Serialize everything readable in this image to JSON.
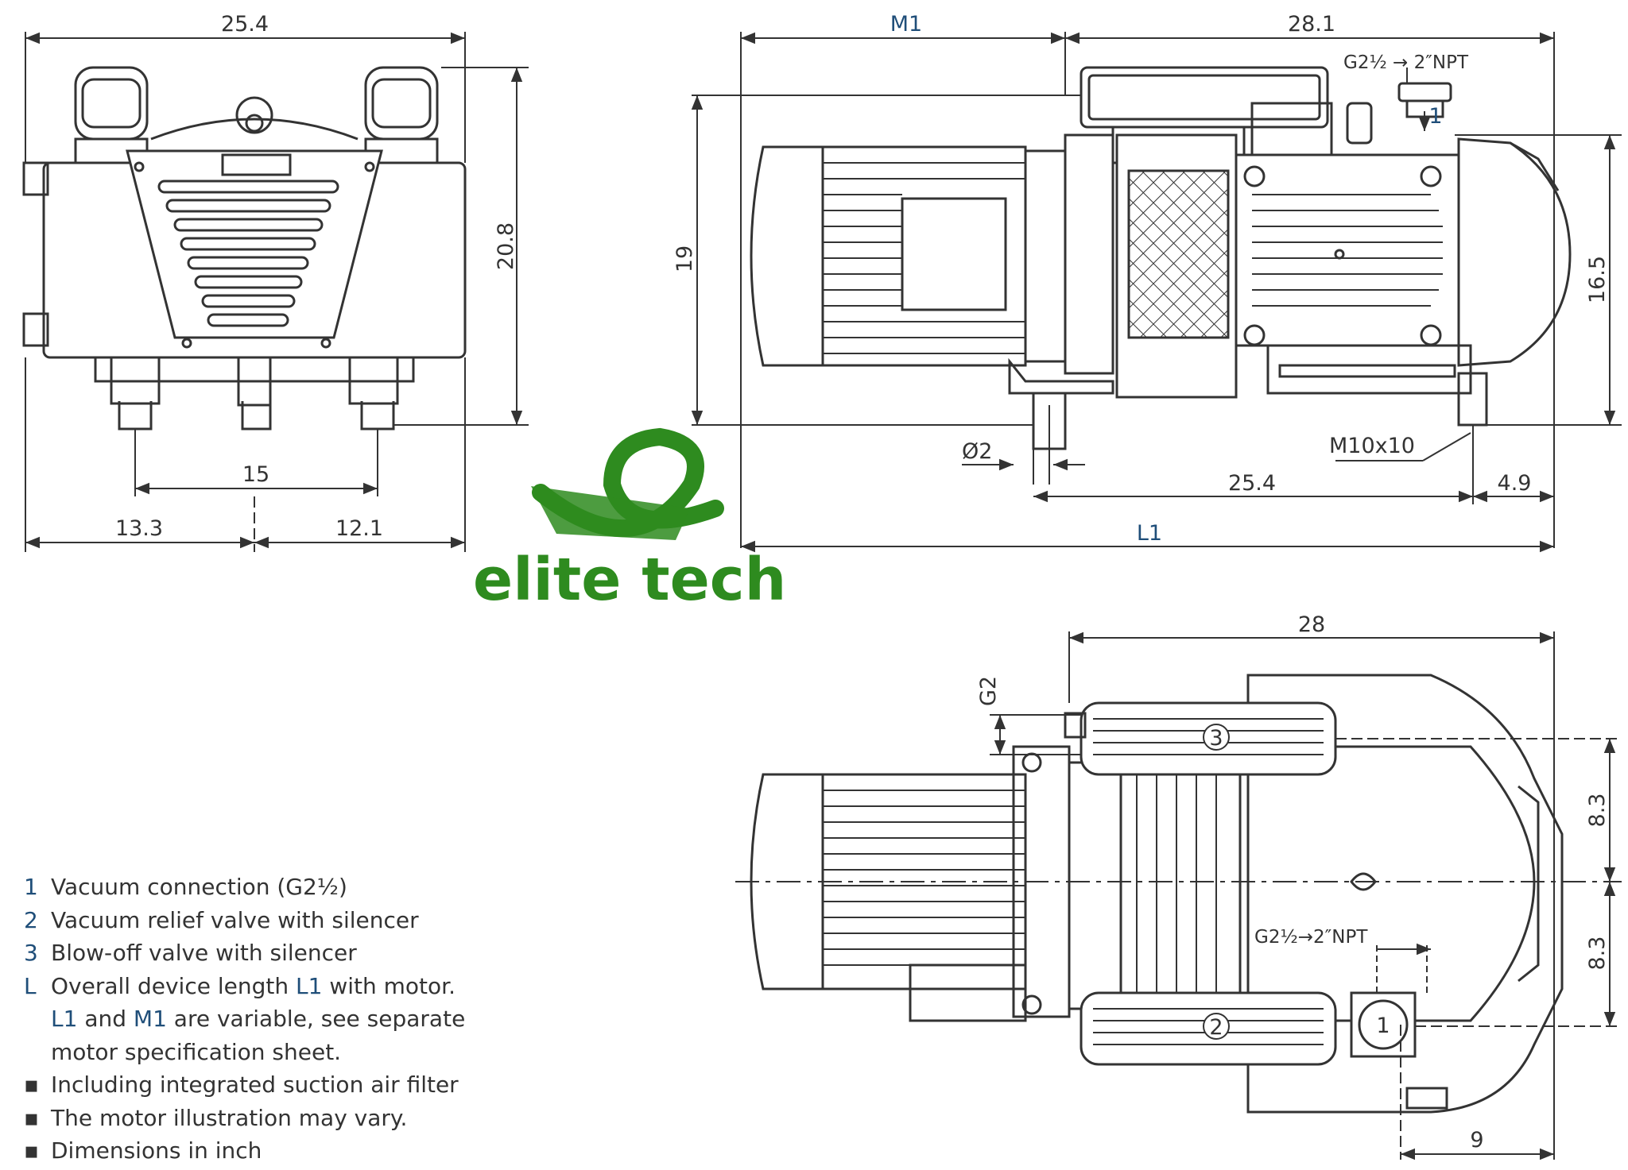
{
  "dimensions": {
    "front_width": "25.4",
    "front_height": "20.8",
    "foot_spacing": "15",
    "left_offset": "13.3",
    "right_offset": "12.1",
    "motor_length": "M1",
    "pump_length": "28.1",
    "side_height": "19",
    "pump_height": "16.5",
    "foot_hole": "Ø2",
    "foot_thread": "M10x10",
    "foot_distance": "25.4",
    "rear_overhang": "4.9",
    "overall_length": "L1",
    "top_pump_length": "28",
    "blowoff_thread": "G2",
    "half_width_upper": "8.3",
    "half_width_lower": "8.3",
    "port_offset": "9",
    "side_port_thread": "G2½ → 2″NPT",
    "top_port_thread": "G2½→2″NPT"
  },
  "callouts": {
    "c1": "1",
    "c2": "2",
    "c3": "3",
    "c1_side": "1"
  },
  "brand": {
    "name": "elite tech",
    "color": "#2e8b1f"
  },
  "legend": {
    "items": [
      {
        "key": "1",
        "text": "Vacuum connection (G2½)"
      },
      {
        "key": "2",
        "text": "Vacuum relief valve with silencer"
      },
      {
        "key": "3",
        "text": "Blow-off valve with silencer"
      }
    ],
    "l_key": "L",
    "l_text_a": "Overall device length ",
    "l_text_b": "L1",
    "l_text_c": " with motor.",
    "l_line2_a": "L1",
    "l_line2_b": " and ",
    "l_line2_c": "M1",
    "l_line2_d": " are variable, see separate",
    "l_line3": "motor specification sheet.",
    "bullets": [
      "Including integrated suction air filter",
      "The motor illustration may vary.",
      "Dimensions in inch"
    ],
    "bullet_symbol": "▪"
  },
  "colors": {
    "line": "#333333",
    "accent": "#1f4e79"
  }
}
